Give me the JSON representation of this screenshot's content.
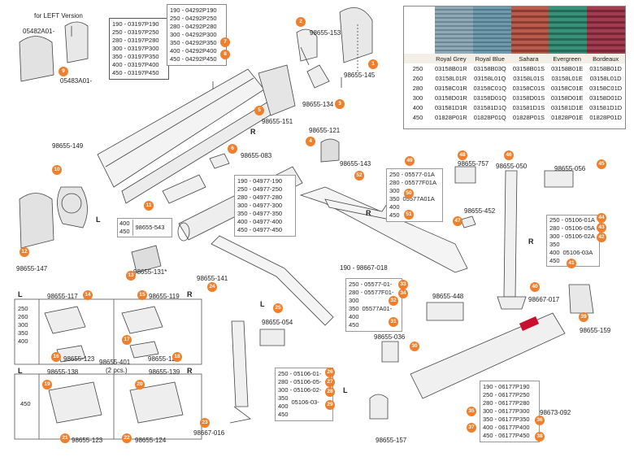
{
  "left_version_label": "for LEFT Version",
  "parts": {
    "p05482A01": "05482A01-",
    "p05483A01": "05483A01-",
    "p98655_153": "98655-153",
    "p98655_145": "98655-145",
    "p98655_134": "98655-134",
    "p98655_151": "98655-151",
    "p98655_121": "98655-121",
    "p98655_149": "98655-149",
    "p98655_083": "98655-083",
    "p98655_147": "98655-147",
    "p98655_543": "98655-543",
    "p98655_131": "98655-131*",
    "p98655_141": "98655-141",
    "p98655_143": "98655-143",
    "p98655_757": "98655-757",
    "p98655_050": "98655-050",
    "p98655_056": "98655-056",
    "p98655_452": "98655-452",
    "p98667_018": "190 - 98667-018",
    "p98655_448": "98655-448",
    "p98667_017": "98667-017",
    "p98655_159": "98655-159",
    "p98655_054": "98655-054",
    "p98655_036": "98655-036",
    "p98667_016": "98667-016",
    "p98655_157": "98655-157",
    "p98673_092": "98673-092",
    "p98655_401": "98655-401",
    "two_pcs": "(2 pcs.)",
    "p98655_117": "98655-117",
    "p98655_119": "98655-119",
    "p98655_123a": "98655-123",
    "p98655_124a": "98655-124",
    "p98655_138": "98655-138",
    "p98655_139": "98655-139",
    "p98655_123b": "98655-123",
    "p98655_124b": "98655-124"
  },
  "side_labels": {
    "R1": "R",
    "L1": "L",
    "R2": "R",
    "R3": "R",
    "L2": "L",
    "L3": "L",
    "R4": "R",
    "L4": "L",
    "R5": "R",
    "L5": "L"
  },
  "tables": {
    "t0197": [
      "190 - 03197P190",
      "250 - 03197P250",
      "280 - 03197P280",
      "300 - 03197P300",
      "350 - 03197P350",
      "400 - 03197P400",
      "450 - 03197P450"
    ],
    "t04292": [
      "190 - 04292P190",
      "250 - 04292P250",
      "280 - 04292P280",
      "300 - 04292P300",
      "350 - 04292P350",
      "400 - 04292P400",
      "450 - 04292P450"
    ],
    "t04977": [
      "190 - 04977-190",
      "250 - 04977-250",
      "280 - 04977-280",
      "300 - 04977-300",
      "350 - 04977-350",
      "400 - 04977-400",
      "450 - 04977-450"
    ],
    "t543_sizes": [
      "400",
      "450"
    ],
    "t05577a": [
      "250 - 05577-01A",
      "280 - 05577F01A",
      "300",
      "350",
      "400",
      "450"
    ],
    "t05577a_code": "05577A01A",
    "t05106a": [
      "250 - 05106-01A",
      "280 - 05106-05A",
      "300 - 05106-02A",
      "350",
      "400",
      "450"
    ],
    "t05106a_code": "05106-03A",
    "t05577b": [
      "250 - 05577-01-",
      "280 - 05577F01-",
      "300",
      "350",
      "400",
      "450"
    ],
    "t05577b_code": "05577A01-",
    "t05106b": [
      "250 - 05106-01-",
      "280 - 05106-05-",
      "300 - 05106-02-",
      "350",
      "400",
      "450"
    ],
    "t05106b_code": "05106-03-",
    "t06177": [
      "190 - 06177P190",
      "250 - 06177P250",
      "280 - 06177P280",
      "300 - 06177P300",
      "350 - 06177P350",
      "400 - 06177P400",
      "450 - 06177P450"
    ],
    "bracket_sizes": [
      "250",
      "260",
      "300",
      "350",
      "400"
    ],
    "bracket_size_450": "450"
  },
  "callouts": [
    "1",
    "2",
    "3",
    "4",
    "5",
    "6",
    "7",
    "8",
    "9",
    "10",
    "11",
    "12",
    "13",
    "14",
    "15",
    "16",
    "17",
    "18",
    "19",
    "20",
    "21",
    "22",
    "23",
    "24",
    "25",
    "26",
    "27",
    "28",
    "29",
    "30",
    "31",
    "32",
    "33",
    "34",
    "35",
    "36",
    "37",
    "38",
    "39",
    "40",
    "41",
    "42",
    "43",
    "44",
    "45",
    "46",
    "47",
    "48",
    "49",
    "50",
    "51",
    "52"
  ],
  "colors": {
    "callout": "#ef7f2c",
    "royal_grey": "#7f9aa8",
    "royal_blue": "#5f8a9c",
    "sahara": "#a24a3e",
    "evergreen": "#2e7f6a",
    "bordeaux": "#8e3142"
  },
  "fabric_table": {
    "headers": [
      "",
      "Royal Grey",
      "Royal Blue",
      "Sahara",
      "Evergreen",
      "Bordeaux"
    ],
    "rows": [
      [
        "250",
        "03158B01R",
        "03158B03Q",
        "03158B01S",
        "03158B01E",
        "03158B01D"
      ],
      [
        "260",
        "03158L01R",
        "03158L01Q",
        "03158L01S",
        "03158L01E",
        "03158L01D"
      ],
      [
        "280",
        "03158C01R",
        "03158C01Q",
        "03158C01S",
        "03158C01E",
        "03158C01D"
      ],
      [
        "300",
        "03158D01R",
        "03158D01Q",
        "03158D01S",
        "03158D01E",
        "03158D01D"
      ],
      [
        "400",
        "031581D1R",
        "031581D1Q",
        "031581D1S",
        "031581D1E",
        "031581D1D"
      ],
      [
        "450",
        "01828P01R",
        "01828P01Q",
        "01828P01S",
        "01828P01E",
        "01828P01D"
      ]
    ]
  }
}
